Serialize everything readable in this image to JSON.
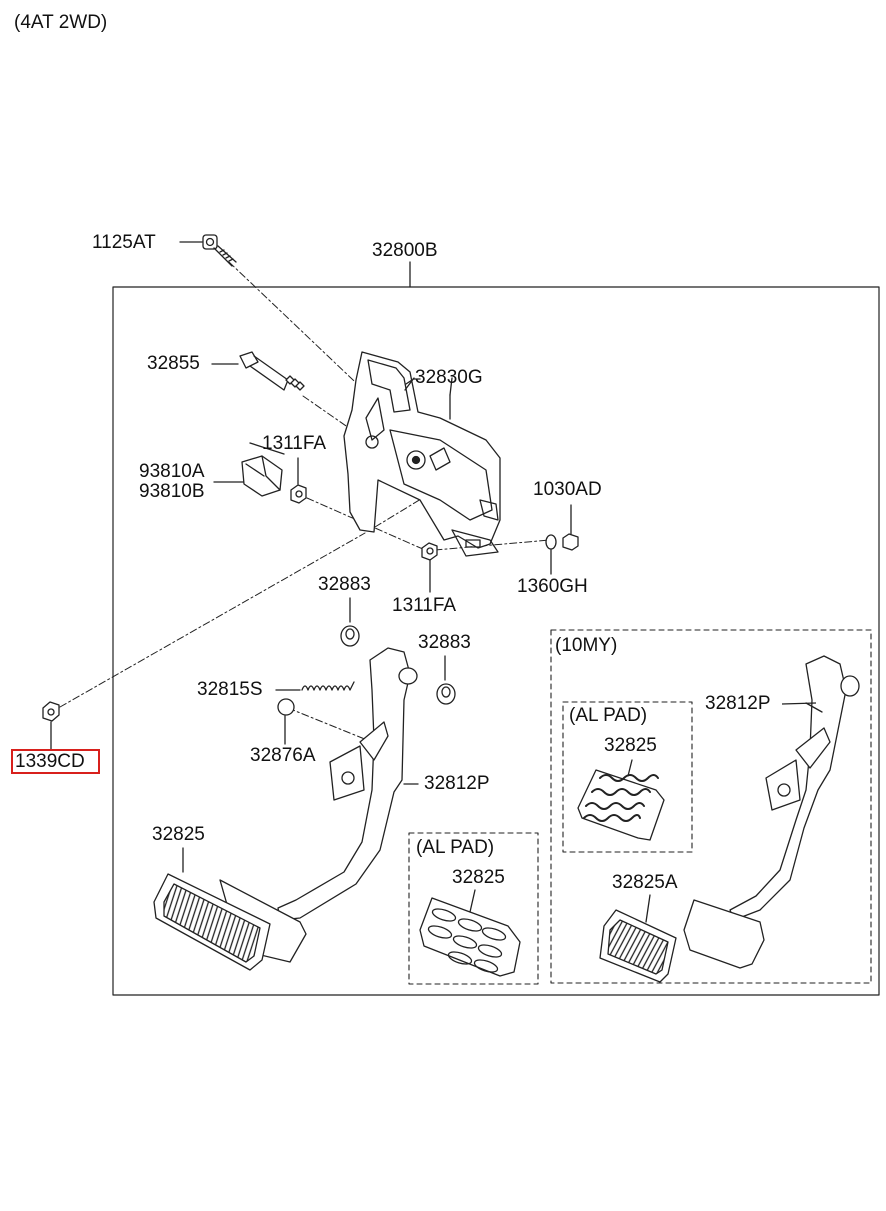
{
  "header": {
    "title": "(4AT 2WD)"
  },
  "parts": {
    "p1125AT": "1125AT",
    "p32800B": "32800B",
    "p32855": "32855",
    "p32830G": "32830G",
    "p1311FA_a": "1311FA",
    "p93810A": "93810A",
    "p93810B": "93810B",
    "p1030AD": "1030AD",
    "p1360GH": "1360GH",
    "p1311FA_b": "1311FA",
    "p32883_a": "32883",
    "p32883_b": "32883",
    "p32815S": "32815S",
    "p32876A": "32876A",
    "p1339CD": "1339CD",
    "p32812P": "32812P",
    "p32825": "32825"
  },
  "inset_al_pad": {
    "title": "(AL PAD)",
    "part": "32825"
  },
  "inset_10my": {
    "title": "(10MY)",
    "pedal": "32812P",
    "pad": "32825A",
    "al_pad": {
      "title": "(AL PAD)",
      "part": "32825"
    }
  },
  "highlight": {
    "part": "1339CD",
    "color": "#d8201c"
  }
}
